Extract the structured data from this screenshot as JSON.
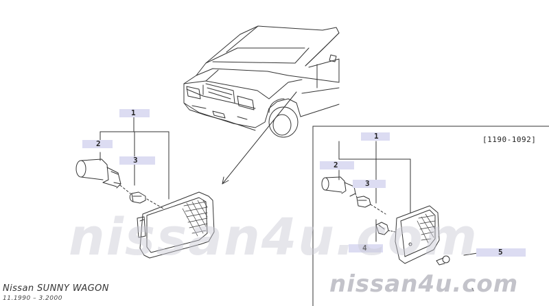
{
  "callouts": {
    "left": {
      "part1": "1",
      "part2": "2",
      "part3": "3"
    },
    "right": {
      "part1": "1",
      "part2": "2",
      "part3": "3",
      "part4": "4",
      "part5": "5"
    }
  },
  "variant_code": "[1190-1092]",
  "caption": {
    "model": "Nissan SUNNY WAGON",
    "dates": "11.1990 – 3.2000"
  },
  "watermark": {
    "large": "nissan4u.com",
    "small": "nissan4u.com"
  },
  "colors": {
    "line": "#333333",
    "callout_bg": "#dcdcf2",
    "watermark": "#c8c8d2"
  }
}
